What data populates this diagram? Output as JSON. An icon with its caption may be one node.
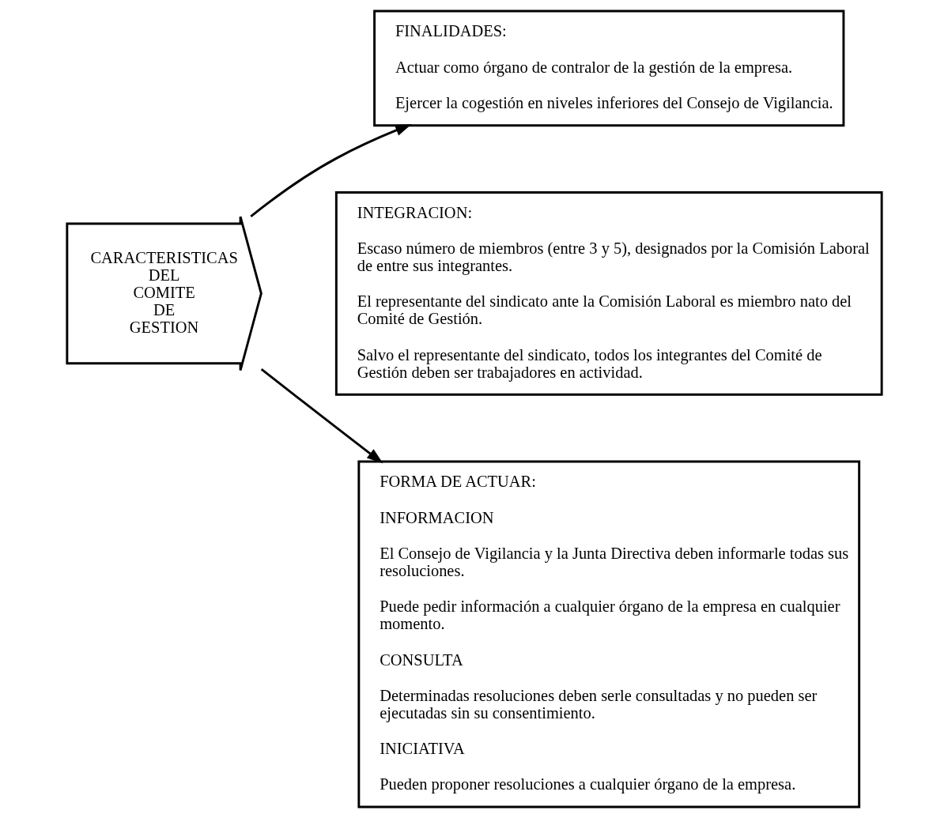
{
  "diagram": {
    "nodes": [
      {
        "text": [
          "CARACTERISTICAS DEL COMITE DE GESTION"
        ]
      },
      {
        "text": [
          "FINALIDADES:",
          "Actuar como órgano de contralor de la gestión de la empresa.",
          "Ejercer la cogestión en niveles inferiores del Consejo de Vigilancia."
        ]
      },
      {
        "text": [
          "INTEGRACION:",
          "Escaso número de miembros (entre 3 y 5), designados por la Comisión Laboral de entre sus integrantes.",
          "El representante del sindicato ante la Comisión Laboral es miembro nato del Comité de Gestión.",
          "Salvo el representante del sindicato, todos los integrantes del Comité de Gestión deben ser trabajadores en actividad."
        ]
      },
      {
        "text": [
          "FORMA DE ACTUAR:",
          "INFORMACION",
          "El Consejo de Vigilancia y la Junta Directiva deben informarle todas sus resoluciones.",
          "Puede pedir información a cualquier órgano de la empresa en cualquier momento.",
          "CONSULTA",
          "Determinadas resoluciones deben serle consultadas y no pueden ser ejecutadas sin su consentimiento.",
          "INICIATIVA",
          "Pueden proponer resoluciones a cualquier órgano de la empresa."
        ]
      }
    ],
    "edges": [
      {
        "from": 0,
        "to": 1,
        "arrow": "to"
      },
      {
        "from": 0,
        "to": 3,
        "arrow": "to"
      }
    ]
  }
}
